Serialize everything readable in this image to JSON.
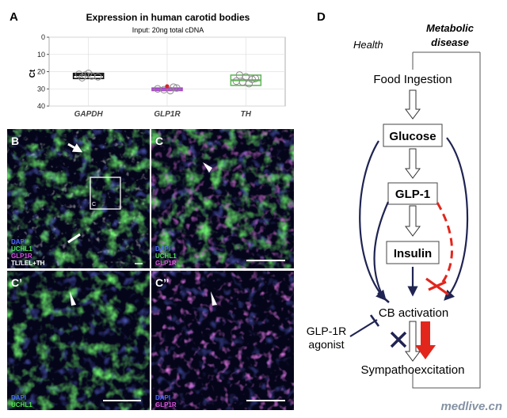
{
  "panels": {
    "A": "A",
    "B": "B",
    "C": "C",
    "C1": "C’",
    "C2": "C’’",
    "D": "D"
  },
  "chart_data": {
    "type": "box",
    "title": "Expression in human carotid bodies",
    "subtitle": "Input: 20ng total cDNA",
    "xlabel": "",
    "ylabel": "Ct",
    "ylim": [
      40,
      0
    ],
    "y_inverted": true,
    "yticks": [
      0,
      10,
      20,
      30,
      40
    ],
    "grid": true,
    "categories": [
      "GAPDH",
      "GLP1R",
      "TH"
    ],
    "boxes": [
      {
        "name": "GAPDH",
        "q1": 21,
        "median": 22,
        "q3": 24,
        "color": "#111111"
      },
      {
        "name": "GLP1R",
        "q1": 29.5,
        "median": 30,
        "q3": 31,
        "color": "#a64ac9"
      },
      {
        "name": "TH",
        "q1": 22,
        "median": 25,
        "q3": 28,
        "color": "#66b85c"
      }
    ],
    "points": [
      {
        "x": "GAPDH",
        "y": 21.5
      },
      {
        "x": "GAPDH",
        "y": 22
      },
      {
        "x": "GAPDH",
        "y": 22.5
      },
      {
        "x": "GAPDH",
        "y": 23
      },
      {
        "x": "GAPDH",
        "y": 23.5
      },
      {
        "x": "GAPDH",
        "y": 21
      },
      {
        "x": "GLP1R",
        "y": 29
      },
      {
        "x": "GLP1R",
        "y": 30
      },
      {
        "x": "GLP1R",
        "y": 30.5
      },
      {
        "x": "GLP1R",
        "y": 31
      },
      {
        "x": "GLP1R",
        "y": 29.5
      },
      {
        "x": "TH",
        "y": 22
      },
      {
        "x": "TH",
        "y": 23
      },
      {
        "x": "TH",
        "y": 24.5
      },
      {
        "x": "TH",
        "y": 25.5
      },
      {
        "x": "TH",
        "y": 26
      },
      {
        "x": "TH",
        "y": 27
      },
      {
        "x": "TH",
        "y": 24
      }
    ],
    "mean_markers": [
      {
        "x": "GLP1R",
        "y": 28.5,
        "color": "#d8242a"
      }
    ]
  },
  "micrographs": {
    "B": {
      "labels": [
        {
          "text": "DAPI",
          "color": "#4b68ff"
        },
        {
          "text": "UCHL1",
          "color": "#4fe04f"
        },
        {
          "text": "GLP1R",
          "color": "#e050e0"
        },
        {
          "text": "TL/LEL+TH",
          "color": "#ffffff"
        }
      ],
      "inset": "C"
    },
    "C": {
      "labels": [
        {
          "text": "DAPI",
          "color": "#4b68ff"
        },
        {
          "text": "UCHL1",
          "color": "#4fe04f"
        },
        {
          "text": "GLP1R",
          "color": "#e050e0"
        }
      ]
    },
    "C1": {
      "labels": [
        {
          "text": "DAPI",
          "color": "#4b68ff"
        },
        {
          "text": "UCHL1",
          "color": "#4fe04f"
        }
      ]
    },
    "C2": {
      "labels": [
        {
          "text": "DAPI",
          "color": "#4b68ff"
        },
        {
          "text": "GLP1R",
          "color": "#e050e0"
        }
      ]
    }
  },
  "diagram": {
    "health": "Health",
    "metabolic_line1": "Metabolic",
    "metabolic_line2": "disease",
    "food": "Food Ingestion",
    "glucose": "Glucose",
    "glp1": "GLP-1",
    "insulin": "Insulin",
    "cb": "CB activation",
    "agonist_line1": "GLP-1R",
    "agonist_line2": "agonist",
    "symp": "Sympathoexcitation"
  },
  "colors": {
    "navy": "#1f2452",
    "red": "#e2261c",
    "gfp": "#2f9a2a",
    "magenta": "#b633b6",
    "dapi": "#2a2aa8"
  },
  "watermark": "medlive.cn"
}
